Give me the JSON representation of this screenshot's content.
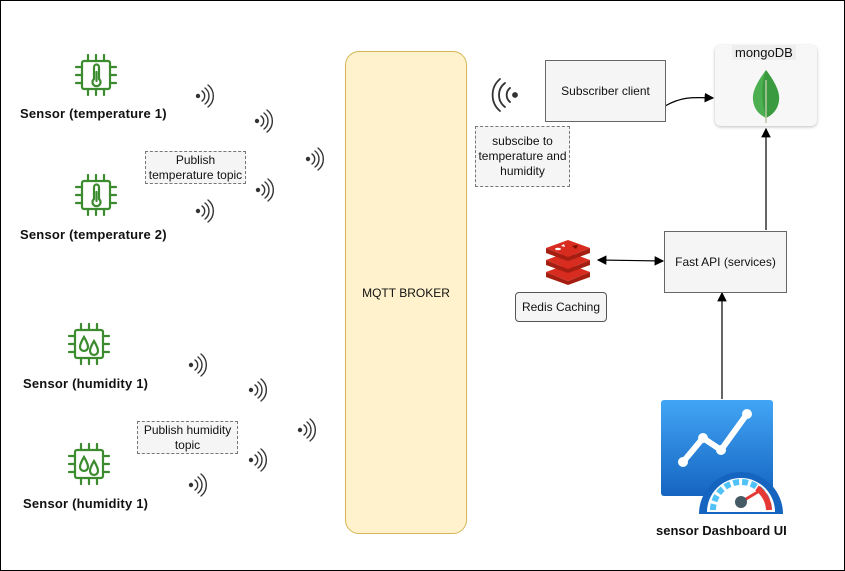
{
  "sensors": [
    {
      "label": "Sensor  (temperature 1)",
      "icon": "thermometer-chip-icon"
    },
    {
      "label": "Sensor  (temperature 2)",
      "icon": "thermometer-chip-icon"
    },
    {
      "label": "Sensor  (humidity 1)",
      "icon": "humidity-chip-icon"
    },
    {
      "label": "Sensor  (humidity 1)",
      "icon": "humidity-chip-icon"
    }
  ],
  "notes": {
    "publish_temperature": "Publish temperature topic",
    "publish_humidity": "Publish humidity topic",
    "subscribe": "subscibe to temperature and humidity"
  },
  "broker": {
    "label": "MQTT BROKER"
  },
  "subscriber": {
    "label": "Subscriber client"
  },
  "mongodb": {
    "label": "mongoDB",
    "icon": "mongodb-leaf-icon"
  },
  "fastapi": {
    "label": "Fast API (services)"
  },
  "redis": {
    "label": "Redis Caching",
    "icon": "redis-icon"
  },
  "dashboard": {
    "label": "sensor Dashboard UI",
    "icon": "dashboard-chart-gauge-icon"
  },
  "colors": {
    "sensor_green": "#3d8b2f",
    "broker_fill": "#fff2cc",
    "broker_stroke": "#d6b656",
    "box_fill": "#f5f5f5",
    "mongo_green": "#4caf50",
    "redis_red": "#c6302b",
    "dashboard_blue": "#1e88e5"
  }
}
